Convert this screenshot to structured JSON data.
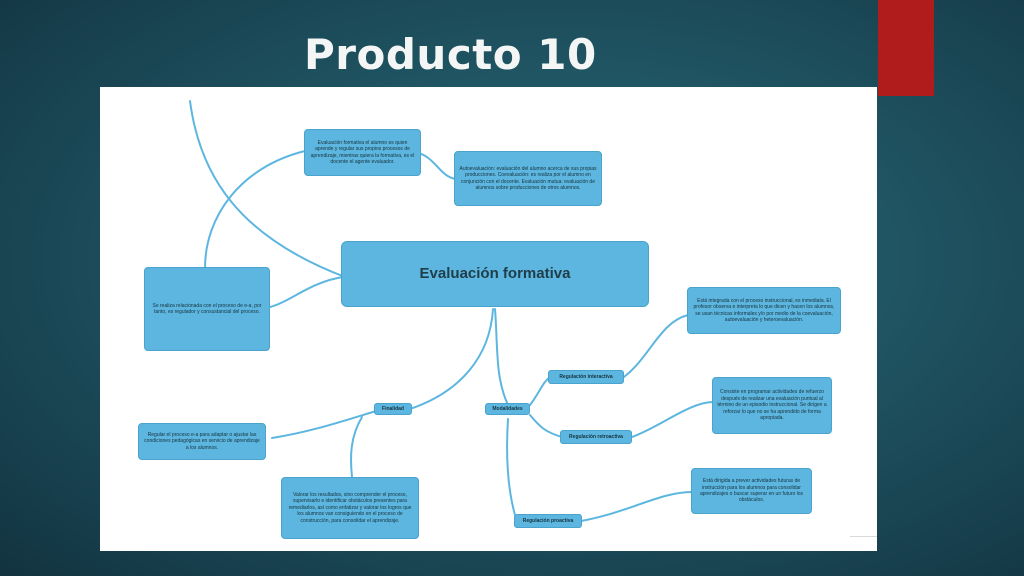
{
  "slide": {
    "title": "Producto 10",
    "accent_color": "#b01c1c",
    "background_color": "#1f5361"
  },
  "diagram": {
    "central": "Evaluación formativa",
    "top_left": "Evaluación formativa el alumno es quien aprende y regular sus propios procesos de aprendizaje, mientras quiera la formativa, es el docente el agente evaluador.",
    "top_right": "Autoevaluación: evaluación del alumno acerca de sus propias producciones. Coevaluación: es realiza por el alumno en conjunción con el docente. Evaluación mutua: evaluación de alumnos sobre producciones de otros alumnos.",
    "left_mid": "Se realiza relacionada con el proceso de e-a, por tanto, es regulador y consustancial del proceso.",
    "finalidad_label": "Finalidad",
    "finalidad_left": "Regular el proceso e-a para adaptar o ajustar las condiciones pedagógicas en servicio de aprendizaje a los alumnos.",
    "finalidad_bottom": "Valorar los resultados, sino comprender el proceso, supervisarlo e identificar obstáculos presentes para remediarlos, así como enfatizar y valorar los logros que los alumnos van consiguiendo en el proceso de construcción, para consolidar el aprendizaje.",
    "modalidades_label": "Modalidades",
    "reg_interactiva_label": "Regulación interactiva",
    "reg_interactiva_desc": "Está integrada con el proceso instruccional, es inmediata. El profesor observa e interpreta lo que dicen y hacen los alumnos, se usan técnicas informales y/o por medio de la coevaluación, autoevaluación y heteroevaluación.",
    "reg_retroactiva_label": "Regulación retroactiva",
    "reg_retroactiva_desc": "Consiste en programar actividades de refuerzo después de realizar una evaluación puntual al término de un episodio instruccional. Se dirigen a reforzar lo que no se ha aprendido de forma apropiada.",
    "reg_proactiva_label": "Regulación proactiva",
    "reg_proactiva_desc": "Está dirigida a prever actividades futuras de instrucción para los alumnos para consolidar aprendizajes o buscar superar en un futuro los obstáculos."
  }
}
